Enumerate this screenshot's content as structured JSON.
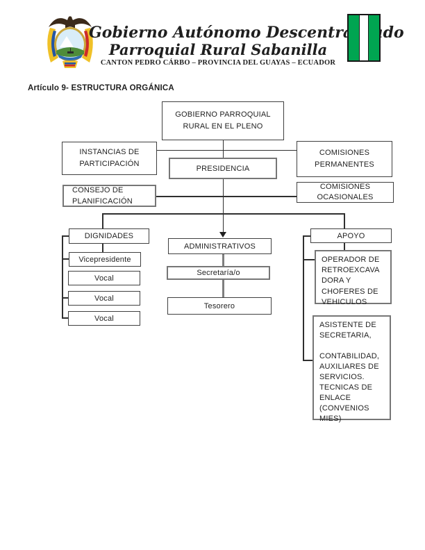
{
  "header": {
    "title_line1": "Gobierno Autónomo Descentralizado",
    "title_line2": "Parroquial Rural Sabanilla",
    "subtitle": "CANTON PEDRO CÁRBO – PROVINCIA DEL GUAYAS – ECUADOR",
    "coat_of_arms_icon": "ecuador-coat-of-arms",
    "flag_icon": "green-white-green-vertical-flag",
    "flag_green": "#00a551"
  },
  "article_heading": "Artículo 9- ESTRUCTURA ORGÁNICA",
  "org_chart": {
    "nodes": {
      "pleno": {
        "label": "GOBIERNO PARROQUIAL\nRURAL EN EL PLENO"
      },
      "instancias": {
        "label": "INSTANCIAS DE\nPARTICIPACIÓN"
      },
      "presidencia": {
        "label": "PRESIDENCIA"
      },
      "comisiones_permanentes": {
        "label": "COMISIONES\nPERMANENTES"
      },
      "consejo_planificacion": {
        "label": "CONSEJO DE\nPLANIFICACIÓN"
      },
      "comisiones_ocasionales": {
        "label": "COMISIONES\nOCASIONALES"
      },
      "dignidades": {
        "label": "DIGNIDADES"
      },
      "vicepresidente": {
        "label": "Vicepresidente"
      },
      "vocal_1": {
        "label": "Vocal"
      },
      "vocal_2": {
        "label": "Vocal"
      },
      "vocal_3": {
        "label": "Vocal"
      },
      "administrativos": {
        "label": "ADMINISTRATIVOS"
      },
      "secretaria": {
        "label": "Secretaría/o"
      },
      "tesorero": {
        "label": "Tesorero"
      },
      "apoyo": {
        "label": "APOYO"
      },
      "operador": {
        "label": "OPERADOR DE\nRETROEXCAVA\nDORA Y\nCHOFERES DE\nVEHICULOS"
      },
      "asistente": {
        "label": "ASISTENTE DE\nSECRETARIA,\n\nCONTABILIDAD,\nAUXILIARES DE\nSERVICIOS.\nTECNICAS DE\nENLACE\n(CONVENIOS\nMIES)"
      }
    }
  }
}
